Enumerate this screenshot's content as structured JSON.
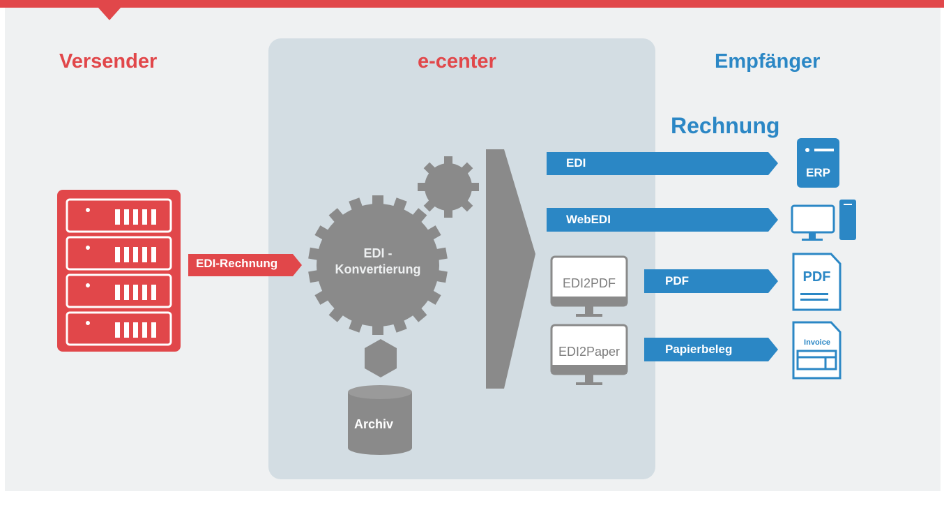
{
  "headings": {
    "sender": "Versender",
    "center": "e-center",
    "receiver": "Empfänger"
  },
  "sender_arrow": "EDI-Rechnung",
  "converter": {
    "line1": "EDI -",
    "line2": "Konvertierung"
  },
  "archive": "Archiv",
  "receiver_title": "Rechnung",
  "screens": {
    "pdf": "EDI2PDF",
    "paper": "EDI2Paper"
  },
  "channels": [
    "EDI",
    "WebEDI",
    "PDF",
    "Papierbeleg"
  ],
  "icons": {
    "erp": "ERP",
    "pdf_doc": "PDF",
    "invoice_doc": "Invoice"
  },
  "colors": {
    "red": "#e1474a",
    "blue": "#2b87c5",
    "gray": "#8a8a8a",
    "panel": "#d3dde3"
  }
}
